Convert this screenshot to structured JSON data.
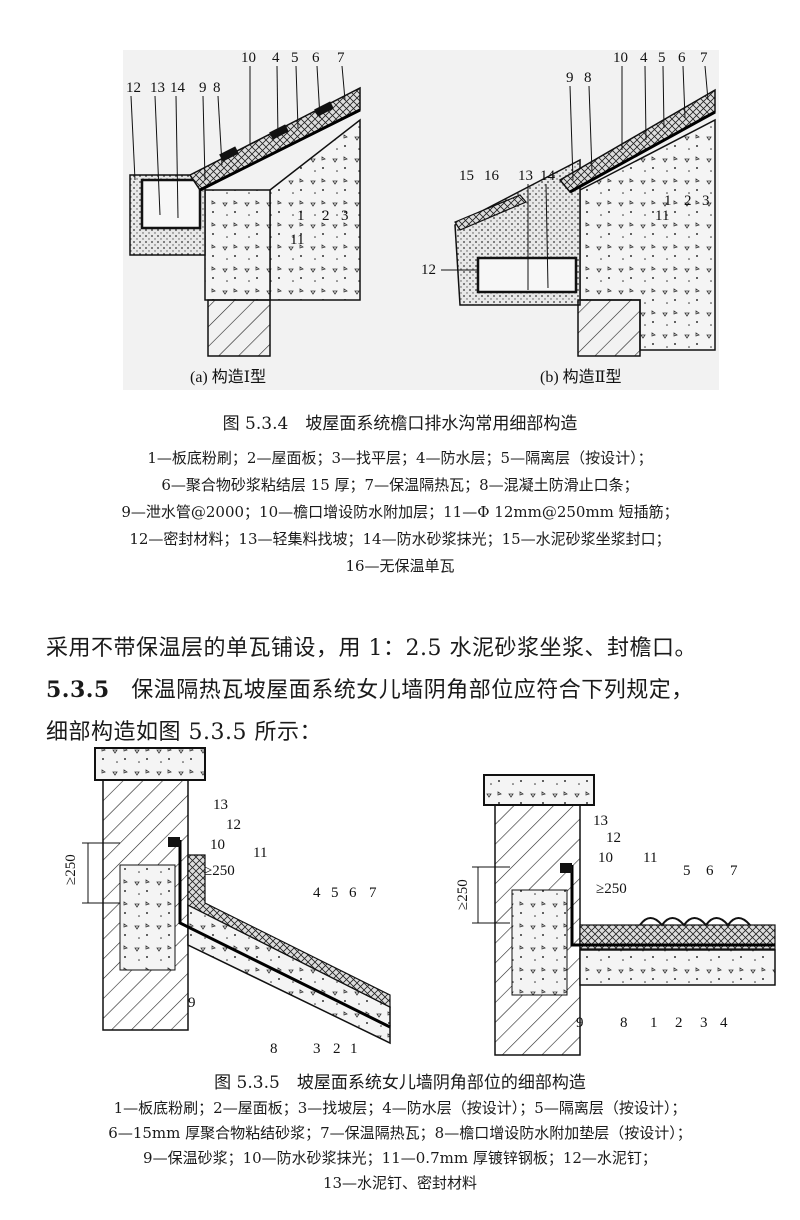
{
  "figure_534": {
    "subfig_a_label": "(a) 构造Ⅰ型",
    "subfig_b_label": "(b) 构造Ⅱ型",
    "a_callouts": [
      "12",
      "13",
      "14",
      "9",
      "8",
      "10",
      "4",
      "5",
      "6",
      "7",
      "1",
      "2",
      "3",
      "11"
    ],
    "b_callouts": [
      "9",
      "8",
      "10",
      "4",
      "5",
      "6",
      "7",
      "15",
      "16",
      "13",
      "14",
      "1",
      "2",
      "3",
      "11",
      "12"
    ],
    "caption": "图 5.3.4　坡屋面系统檐口排水沟常用细部构造",
    "legend_lines": [
      "1—板底粉刷；2—屋面板；3—找平层；4—防水层；5—隔离层（按设计）；",
      "6—聚合物砂浆粘结层 15 厚；7—保温隔热瓦；8—混凝土防滑止口条；",
      "9—泄水管@2000；10—檐口增设防水附加层；11—Φ 12mm@250mm 短插筋；",
      "12—密封材料；13—轻集料找坡；14—防水砂浆抹光；15—水泥砂浆坐浆封口；",
      "16—无保温单瓦"
    ]
  },
  "body": {
    "line1": "采用不带保温层的单瓦铺设，用 1：2.5 水泥砂浆坐浆、封檐口。",
    "clause_number": "5.3.5",
    "line2": "保温隔热瓦坡屋面系统女儿墙阴角部位应符合下列规定，",
    "line3": "细部构造如图 5.3.5 所示："
  },
  "figure_535": {
    "left_dim": "≥250",
    "left_slope_dim": "≥250",
    "left_callouts": [
      "13",
      "12",
      "10",
      "11",
      "4",
      "5",
      "6",
      "7",
      "9",
      "8",
      "3",
      "2",
      "1"
    ],
    "right_dim": "≥250",
    "right_slope_dim": "≥250",
    "right_callouts": [
      "13",
      "12",
      "10",
      "11",
      "5",
      "6",
      "7",
      "9",
      "8",
      "1",
      "2",
      "3",
      "4"
    ],
    "caption": "图 5.3.5　坡屋面系统女儿墙阴角部位的细部构造",
    "legend_lines": [
      "1—板底粉刷；2—屋面板；3—找坡层；4—防水层（按设计）；5—隔离层（按设计）；",
      "6—15mm 厚聚合物粘结砂浆；7—保温隔热瓦；8—檐口增设防水附加垫层（按设计）；",
      "9—保温砂浆；10—防水砂浆抹光；11—0.7mm 厚镀锌钢板；12—水泥钉；",
      "13—水泥钉、密封材料"
    ]
  }
}
